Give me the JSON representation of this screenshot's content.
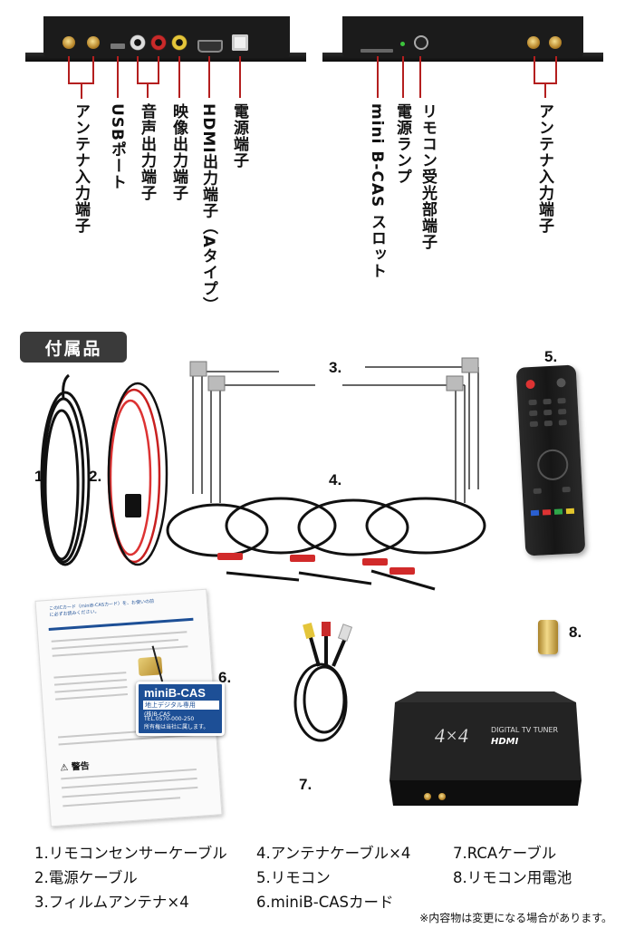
{
  "top_labels": {
    "antenna_input": "アンテナ入力端子",
    "usb_port": "USBポート",
    "audio_out": "音声出力端子",
    "video_out": "映像出力端子",
    "hdmi_out": "HDMI出力端子（Aタイプ）",
    "power_terminal": "電源端子",
    "mini_bcas_slot": "mini B-CAS スロット",
    "power_lamp": "電源ランプ",
    "remote_receiver": "リモコン受光部端子",
    "antenna_input_right": "アンテナ入力端子"
  },
  "accessories": {
    "heading": "付属品",
    "numbers": [
      "1.",
      "2.",
      "3.",
      "4.",
      "5.",
      "6.",
      "7.",
      "8."
    ],
    "items": [
      "1.リモコンセンサーケーブル",
      "2.電源ケーブル",
      "3.フィルムアンテナ×4",
      "4.アンテナケーブル×4",
      "5.リモコン",
      "6.miniB-CASカード",
      "7.RCAケーブル",
      "8.リモコン用電池"
    ],
    "note": "※内容物は変更になる場合があります。"
  },
  "bcas_card": {
    "title": "miniB-CAS",
    "subtitle": "地上デジタル専用",
    "company": "(株)B-CAS",
    "tel": "TEL.0570-000-250",
    "owner": "所有権は当社に属します。"
  },
  "document": {
    "heading": "このICカード（miniB-CASカード）を、お使いの前に必ずお読みください。",
    "warning": "警告"
  },
  "tuner": {
    "brand_top": "4×4",
    "caption": "DIGITAL TV TUNER",
    "hdmi": "HDMI"
  },
  "colors": {
    "label_line": "#b41f1f",
    "badge_bg": "#3a3a3a",
    "card_blue": "#1d4f96"
  }
}
